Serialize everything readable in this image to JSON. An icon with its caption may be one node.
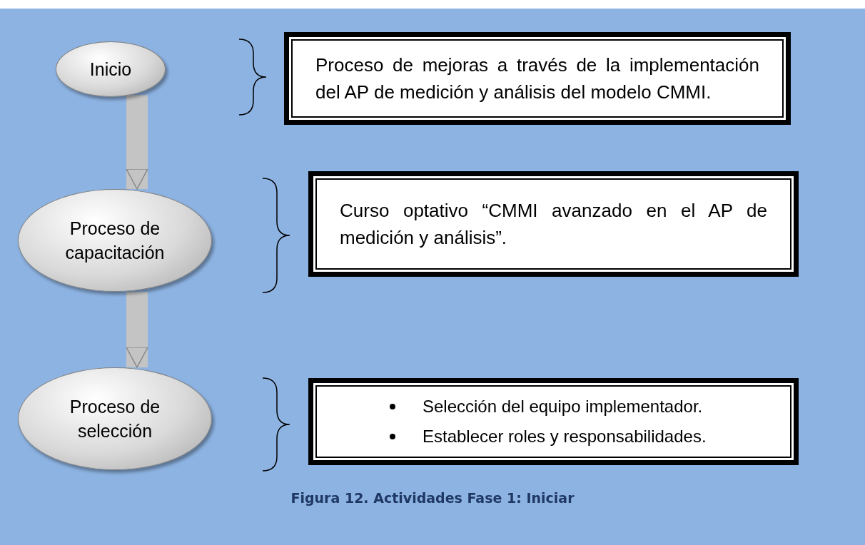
{
  "diagram": {
    "caption": "Figura 12. Actividades Fase 1: Iniciar",
    "nodes": [
      {
        "text": [
          "Inicio"
        ]
      },
      {
        "text": [
          "Proceso de mejoras a través de la implementación del AP de medición y análisis del modelo CMMI."
        ]
      },
      {
        "text": [
          "Proceso de capacitación"
        ]
      },
      {
        "text": [
          "Curso optativo “CMMI avanzado en el AP de medición y análisis”."
        ]
      },
      {
        "text": [
          "Proceso de selección"
        ]
      },
      {
        "text": [
          "Selección del equipo implementador.",
          "Establecer roles y responsabilidades."
        ]
      }
    ],
    "edges": [
      {
        "from": 0,
        "to": 2,
        "arrow": "to"
      },
      {
        "from": 2,
        "to": 4,
        "arrow": "to"
      }
    ]
  }
}
